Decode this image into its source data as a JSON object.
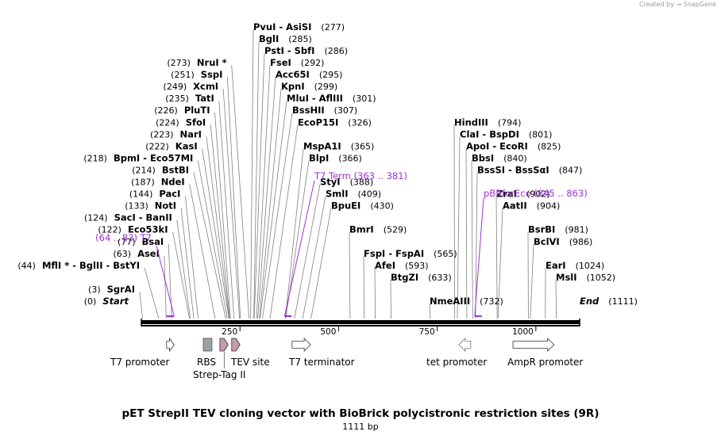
{
  "credit": "Created by → SnapGene",
  "map": {
    "title": "pET StrepII TEV cloning vector with BioBrick polycistronic restriction sites (9R)",
    "length_label": "1111 bp",
    "length_bp": 1111,
    "ticks": [
      {
        "bp": 250,
        "label": "250"
      },
      {
        "bp": 500,
        "label": "500"
      },
      {
        "bp": 750,
        "label": "750"
      },
      {
        "bp": 1000,
        "label": "1000"
      }
    ],
    "sites": [
      {
        "pos": 0,
        "names": [
          "Start"
        ],
        "num": "(0)",
        "side": "L",
        "italic": true
      },
      {
        "pos": 3,
        "names": [
          "SgrAI"
        ],
        "num": "(3)",
        "side": "L"
      },
      {
        "pos": 44,
        "names": [
          "MflI *",
          "BglII",
          "BstYI"
        ],
        "num": "(44)",
        "side": "L"
      },
      {
        "pos": 63,
        "names": [
          "AseI"
        ],
        "num": "(63)",
        "side": "L"
      },
      {
        "pos": 77,
        "names": [
          "BsaI"
        ],
        "num": "(77)",
        "side": "L"
      },
      {
        "pos": 122,
        "names": [
          "Eco53kI"
        ],
        "num": "(122)",
        "side": "L"
      },
      {
        "pos": 124,
        "names": [
          "SacI",
          "BanII"
        ],
        "num": "(124)",
        "side": "L"
      },
      {
        "pos": 133,
        "names": [
          "NotI"
        ],
        "num": "(133)",
        "side": "L"
      },
      {
        "pos": 144,
        "names": [
          "PacI"
        ],
        "num": "(144)",
        "side": "L"
      },
      {
        "pos": 187,
        "names": [
          "NdeI"
        ],
        "num": "(187)",
        "side": "L"
      },
      {
        "pos": 214,
        "names": [
          "BstBI"
        ],
        "num": "(214)",
        "side": "L"
      },
      {
        "pos": 218,
        "names": [
          "BpmI",
          "Eco57MI"
        ],
        "num": "(218)",
        "side": "L"
      },
      {
        "pos": 222,
        "names": [
          "KasI"
        ],
        "num": "(222)",
        "side": "L"
      },
      {
        "pos": 223,
        "names": [
          "NarI"
        ],
        "num": "(223)",
        "side": "L"
      },
      {
        "pos": 224,
        "names": [
          "SfoI"
        ],
        "num": "(224)",
        "side": "L"
      },
      {
        "pos": 226,
        "names": [
          "PluTI"
        ],
        "num": "(226)",
        "side": "L"
      },
      {
        "pos": 235,
        "names": [
          "TatI"
        ],
        "num": "(235)",
        "side": "L"
      },
      {
        "pos": 249,
        "names": [
          "XcmI"
        ],
        "num": "(249)",
        "side": "L"
      },
      {
        "pos": 251,
        "names": [
          "SspI"
        ],
        "num": "(251)",
        "side": "L"
      },
      {
        "pos": 273,
        "names": [
          "NruI *"
        ],
        "num": "(273)",
        "side": "L"
      },
      {
        "pos": 277,
        "names": [
          "PvuI",
          "AsiSI"
        ],
        "num": "(277)",
        "side": "R"
      },
      {
        "pos": 285,
        "names": [
          "BglI"
        ],
        "num": "(285)",
        "side": "R"
      },
      {
        "pos": 286,
        "names": [
          "PstI",
          "SbfI"
        ],
        "num": "(286)",
        "side": "R"
      },
      {
        "pos": 292,
        "names": [
          "FseI"
        ],
        "num": "(292)",
        "side": "R"
      },
      {
        "pos": 295,
        "names": [
          "Acc65I"
        ],
        "num": "(295)",
        "side": "R"
      },
      {
        "pos": 299,
        "names": [
          "KpnI"
        ],
        "num": "(299)",
        "side": "R"
      },
      {
        "pos": 301,
        "names": [
          "MluI",
          "AflIII"
        ],
        "num": "(301)",
        "side": "R"
      },
      {
        "pos": 307,
        "names": [
          "BssHII"
        ],
        "num": "(307)",
        "side": "R"
      },
      {
        "pos": 326,
        "names": [
          "EcoP15I"
        ],
        "num": "(326)",
        "side": "R"
      },
      {
        "pos": 365,
        "names": [
          "MspA1I"
        ],
        "num": "(365)",
        "side": "R"
      },
      {
        "pos": 366,
        "names": [
          "BlpI"
        ],
        "num": "(366)",
        "side": "R"
      },
      {
        "pos": 388,
        "names": [
          "StyI"
        ],
        "num": "(388)",
        "side": "R"
      },
      {
        "pos": 409,
        "names": [
          "SmlI"
        ],
        "num": "(409)",
        "side": "R"
      },
      {
        "pos": 430,
        "names": [
          "BpuEI"
        ],
        "num": "(430)",
        "side": "R"
      },
      {
        "pos": 529,
        "names": [
          "BmrI"
        ],
        "num": "(529)",
        "side": "R"
      },
      {
        "pos": 565,
        "names": [
          "FspI",
          "FspAI"
        ],
        "num": "(565)",
        "side": "R"
      },
      {
        "pos": 593,
        "names": [
          "AfeI"
        ],
        "num": "(593)",
        "side": "R"
      },
      {
        "pos": 633,
        "names": [
          "BtgZI"
        ],
        "num": "(633)",
        "side": "R"
      },
      {
        "pos": 732,
        "names": [
          "NmeAIII"
        ],
        "num": "(732)",
        "side": "R"
      },
      {
        "pos": 794,
        "names": [
          "HindIII"
        ],
        "num": "(794)",
        "side": "R"
      },
      {
        "pos": 801,
        "names": [
          "ClaI",
          "BspDI"
        ],
        "num": "(801)",
        "side": "R"
      },
      {
        "pos": 825,
        "names": [
          "ApoI",
          "EcoRI"
        ],
        "num": "(825)",
        "side": "R"
      },
      {
        "pos": 840,
        "names": [
          "BbsI"
        ],
        "num": "(840)",
        "side": "R"
      },
      {
        "pos": 847,
        "names": [
          "BssSI",
          "BssSαI"
        ],
        "num": "(847)",
        "side": "R"
      },
      {
        "pos": 902,
        "names": [
          "ZraI"
        ],
        "num": "(902)",
        "side": "R"
      },
      {
        "pos": 904,
        "names": [
          "AatII"
        ],
        "num": "(904)",
        "side": "R"
      },
      {
        "pos": 981,
        "names": [
          "BsrBI"
        ],
        "num": "(981)",
        "side": "R"
      },
      {
        "pos": 986,
        "names": [
          "BclVI"
        ],
        "num": "(986)",
        "side": "R"
      },
      {
        "pos": 1024,
        "names": [
          "EarI"
        ],
        "num": "(1024)",
        "side": "R"
      },
      {
        "pos": 1052,
        "names": [
          "MslI"
        ],
        "num": "(1052)",
        "side": "R"
      },
      {
        "pos": 1111,
        "names": [
          "End"
        ],
        "num": "(1111)",
        "side": "R",
        "italic": true
      }
    ],
    "primers": [
      {
        "name": "T7",
        "range": "(64 .. 83)",
        "start": 64,
        "end": 83,
        "side": "L"
      },
      {
        "name": "T7 Term",
        "range": "(363 .. 381)",
        "start": 363,
        "end": 381,
        "side": "R"
      },
      {
        "name": "pBRforEco",
        "range": "(845 .. 863)",
        "start": 845,
        "end": 863,
        "side": "R"
      }
    ],
    "features": [
      {
        "name": "T7 promoter",
        "type": "promoter",
        "start": 64,
        "end": 83,
        "dir": "R",
        "color": "#ffffff"
      },
      {
        "name": "RBS",
        "type": "rbs",
        "start": 157,
        "end": 179,
        "color": "#9aa0a8"
      },
      {
        "name": "Strep-Tag II",
        "type": "tag",
        "start": 199,
        "end": 220,
        "dir": "R",
        "color": "#c79aae"
      },
      {
        "name": "TEV site",
        "type": "tag",
        "start": 229,
        "end": 250,
        "dir": "R",
        "color": "#c79aae"
      },
      {
        "name": "T7 terminator",
        "type": "terminator",
        "start": 382,
        "end": 429,
        "dir": "R",
        "color": "#ffffff"
      },
      {
        "name": "tet promoter",
        "type": "promoter",
        "start": 805,
        "end": 835,
        "dir": "L",
        "color": "#ffffff"
      },
      {
        "name": "AmpR promoter",
        "type": "promoter",
        "start": 942,
        "end": 1046,
        "dir": "R",
        "color": "#ffffff"
      }
    ],
    "colors": {
      "primer": "#9b30d9",
      "backbone": "#000000",
      "leader": "#808080"
    }
  }
}
